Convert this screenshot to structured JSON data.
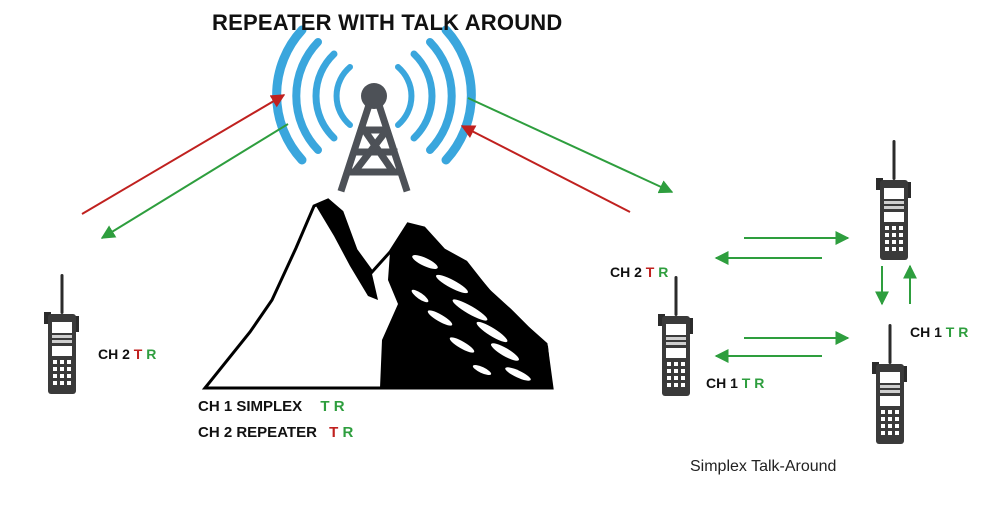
{
  "title": "REPEATER WITH TALK AROUND",
  "colors": {
    "transmit": "#c0211f",
    "receive": "#2e9e3e",
    "tower": "#4d5157",
    "waves": "#3aa6dd",
    "radio": "#3a3a3a"
  },
  "icons": [
    "radio-tower-icon",
    "mountain-icon",
    "handheld-radio-icon"
  ],
  "radios": {
    "left": {
      "channel": "CH 2",
      "t": "T",
      "r": "R",
      "t_color": "#c0211f",
      "r_color": "#2e9e3e"
    },
    "middle_top": {
      "channel": "CH 2",
      "t": "T",
      "r": "R",
      "t_color": "#c0211f",
      "r_color": "#2e9e3e"
    },
    "middle_bottom": {
      "channel": "CH 1",
      "t": "T",
      "r": "R",
      "t_color": "#2e9e3e",
      "r_color": "#2e9e3e"
    },
    "right": {
      "channel": "CH 1",
      "t": "T",
      "r": "R",
      "t_color": "#2e9e3e",
      "r_color": "#2e9e3e"
    }
  },
  "legend": [
    {
      "label": "CH 1 SIMPLEX",
      "t": "T",
      "r": "R",
      "t_color": "#2e9e3e",
      "r_color": "#2e9e3e"
    },
    {
      "label": "CH 2 REPEATER",
      "t": "T",
      "r": "R",
      "t_color": "#c0211f",
      "r_color": "#2e9e3e"
    }
  ],
  "caption": "Simplex Talk-Around"
}
